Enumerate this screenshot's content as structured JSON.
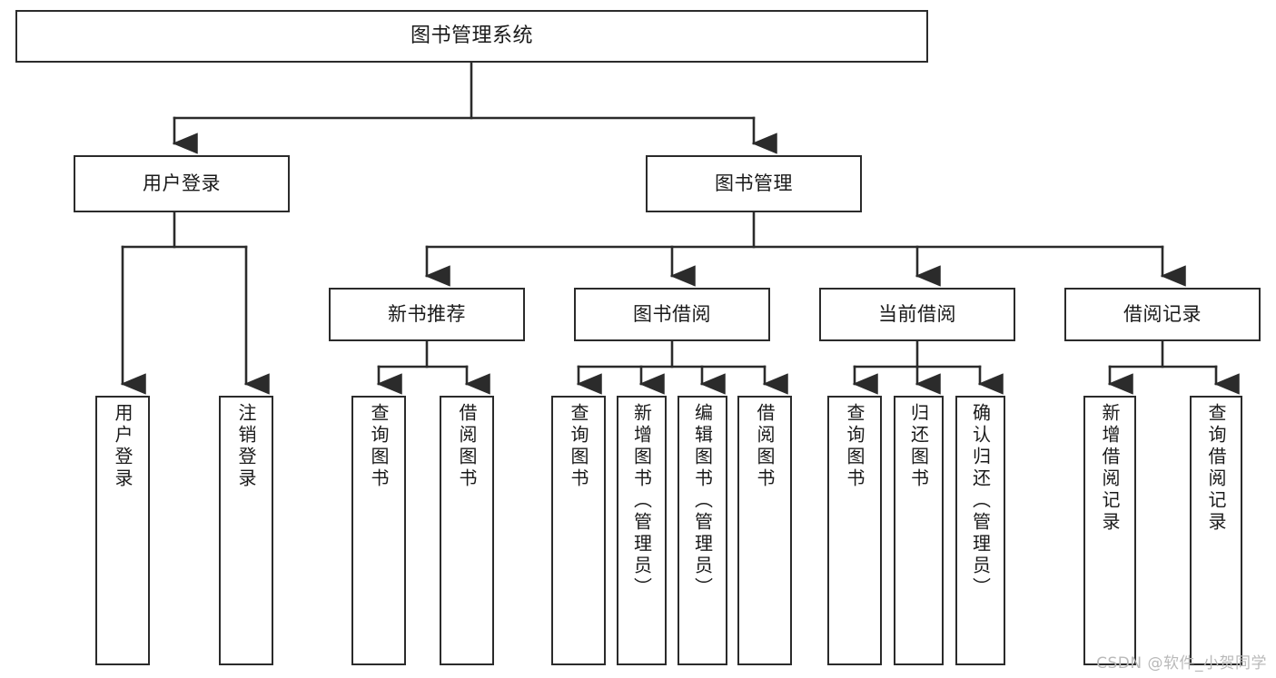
{
  "diagram": {
    "title": "图书管理系统",
    "type": "tree-hierarchy-diagram",
    "colors": {
      "box_border": "#2b2b2b",
      "box_fill": "#ffffff",
      "edge": "#2b2b2b",
      "text": "#1a1a1a",
      "watermark": "#b9b9b9",
      "background": "#ffffff"
    },
    "root": {
      "label": "图书管理系统"
    },
    "level2": [
      {
        "label": "用户登录"
      },
      {
        "label": "图书管理"
      }
    ],
    "level3": [
      {
        "label": "新书推荐"
      },
      {
        "label": "图书借阅"
      },
      {
        "label": "当前借阅"
      },
      {
        "label": "借阅记录"
      }
    ],
    "leaves": {
      "user_login": [
        {
          "label": "用户登录"
        },
        {
          "label": "注销登录"
        }
      ],
      "new_book_recommend": [
        {
          "label": "查询图书"
        },
        {
          "label": "借阅图书"
        }
      ],
      "book_borrow": [
        {
          "label": "查询图书"
        },
        {
          "label": "新增图书（管理员）"
        },
        {
          "label": "编辑图书（管理员）"
        },
        {
          "label": "借阅图书"
        }
      ],
      "current_borrow": [
        {
          "label": "查询图书"
        },
        {
          "label": "归还图书"
        },
        {
          "label": "确认归还（管理员）"
        }
      ],
      "borrow_record": [
        {
          "label": "新增借阅记录"
        },
        {
          "label": "查询借阅记录"
        }
      ]
    }
  },
  "watermark": {
    "text": "CSDN @软件_小贺同学"
  }
}
